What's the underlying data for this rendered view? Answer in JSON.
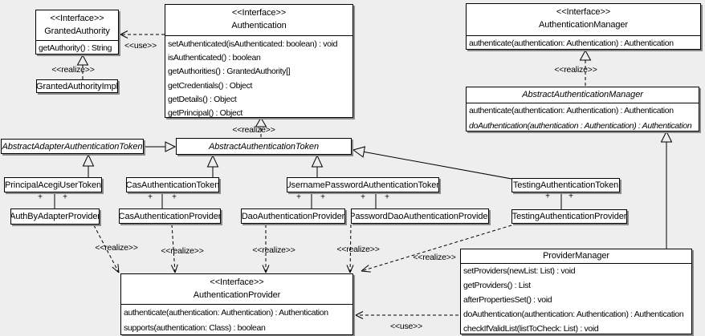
{
  "diagram": {
    "background_color": "#eeeeee",
    "box_fill_color": "#ffffff",
    "line_color": "#000000",
    "shadow_color": "#8a8a8a"
  },
  "labels": {
    "realize": "<<realize>>",
    "use": "<<use>>",
    "plus": "+"
  },
  "classes": {
    "granted_authority": {
      "stereotype": "<<Interface>>",
      "name": "GrantedAuthority",
      "methods": [
        "getAuthority() : String"
      ]
    },
    "granted_authority_impl": {
      "name": "GrantedAuthorityImpl"
    },
    "authentication": {
      "stereotype": "<<Interface>>",
      "name": "Authentication",
      "methods": [
        "setAuthenticated(isAuthenticated: boolean) : void",
        "isAuthenticated() : boolean",
        "getAuthorities() : GrantedAuthority[]",
        "getCredentials() : Object",
        "getDetails() : Object",
        "getPrincipal() : Object"
      ]
    },
    "authentication_manager": {
      "stereotype": "<<Interface>>",
      "name": "AuthenticationManager",
      "methods": [
        "authenticate(authentication: Authentication) : Authentication"
      ]
    },
    "abstract_authentication_manager": {
      "name": "AbstractAuthenticationManager",
      "abstract": true,
      "methods": [
        "authenticate(authentication: Authentication) : Authentication",
        "doAuthentication(authentication : Authentication) : Authentication"
      ]
    },
    "abstract_adapter_authentication_token": {
      "name": "AbstractAdapterAuthenticationToken",
      "abstract": true
    },
    "abstract_authentication_token": {
      "name": "AbstractAuthenticationToken",
      "abstract": true
    },
    "principal_acegi_user_token": {
      "name": "PrincipalAcegiUserToken"
    },
    "cas_authentication_token": {
      "name": "CasAuthenticationToken"
    },
    "username_password_authentication_token": {
      "name": "UsernamePasswordAuthenticationToken"
    },
    "testing_authentication_token": {
      "name": "TestingAuthenticationToken"
    },
    "auth_by_adapter_provider": {
      "name": "AuthByAdapterProvider"
    },
    "cas_authentication_provider": {
      "name": "CasAuthenticationProvider"
    },
    "dao_authentication_provider": {
      "name": "DaoAuthenticationProvider"
    },
    "password_dao_authentication_provider": {
      "name": "PasswordDaoAuthenticationProvider"
    },
    "testing_authentication_provider": {
      "name": "TestingAuthenticationProvider"
    },
    "authentication_provider": {
      "stereotype": "<<Interface>>",
      "name": "AuthenticationProvider",
      "methods": [
        "authenticate(authentication: Authentication) : Authentication",
        "supports(authentication: Class) : boolean"
      ]
    },
    "provider_manager": {
      "name": "ProviderManager",
      "methods": [
        "setProviders(newList: List) : void",
        "getProviders() : List",
        "afterPropertiesSet() : void",
        "doAuthentication(authentication: Authentication) : Authentication",
        "checkIfValidList(listToCheck: List) : void"
      ]
    }
  },
  "relationships": [
    {
      "from": "Authentication",
      "to": "GrantedAuthority",
      "type": "dependency",
      "label": "<<use>>"
    },
    {
      "from": "GrantedAuthorityImpl",
      "to": "GrantedAuthority",
      "type": "realize",
      "label": "<<realize>>"
    },
    {
      "from": "AbstractAuthenticationToken",
      "to": "Authentication",
      "type": "realize",
      "label": "<<realize>>"
    },
    {
      "from": "AbstractAuthenticationManager",
      "to": "AuthenticationManager",
      "type": "realize",
      "label": "<<realize>>"
    },
    {
      "from": "AbstractAdapterAuthenticationToken",
      "to": "AbstractAuthenticationToken",
      "type": "generalization"
    },
    {
      "from": "PrincipalAcegiUserToken",
      "to": "AbstractAdapterAuthenticationToken",
      "type": "generalization"
    },
    {
      "from": "CasAuthenticationToken",
      "to": "AbstractAuthenticationToken",
      "type": "generalization"
    },
    {
      "from": "UsernamePasswordAuthenticationToken",
      "to": "AbstractAuthenticationToken",
      "type": "generalization"
    },
    {
      "from": "TestingAuthenticationToken",
      "to": "AbstractAuthenticationToken",
      "type": "generalization"
    },
    {
      "from": "ProviderManager",
      "to": "AbstractAuthenticationManager",
      "type": "generalization"
    },
    {
      "from": "PrincipalAcegiUserToken",
      "to": "AuthByAdapterProvider",
      "type": "association",
      "end_labels": [
        "+",
        "+"
      ]
    },
    {
      "from": "CasAuthenticationToken",
      "to": "CasAuthenticationProvider",
      "type": "association",
      "end_labels": [
        "+",
        "+"
      ]
    },
    {
      "from": "UsernamePasswordAuthenticationToken",
      "to": "DaoAuthenticationProvider",
      "type": "association",
      "end_labels": [
        "+",
        "+"
      ]
    },
    {
      "from": "UsernamePasswordAuthenticationToken",
      "to": "PasswordDaoAuthenticationProvider",
      "type": "association",
      "end_labels": [
        "+",
        "+"
      ]
    },
    {
      "from": "TestingAuthenticationToken",
      "to": "TestingAuthenticationProvider",
      "type": "association",
      "end_labels": [
        "+",
        "+"
      ]
    },
    {
      "from": "AuthByAdapterProvider",
      "to": "AuthenticationProvider",
      "type": "realize",
      "label": "<<realize>>"
    },
    {
      "from": "CasAuthenticationProvider",
      "to": "AuthenticationProvider",
      "type": "realize",
      "label": "<<realize>>"
    },
    {
      "from": "DaoAuthenticationProvider",
      "to": "AuthenticationProvider",
      "type": "realize",
      "label": "<<realize>>"
    },
    {
      "from": "PasswordDaoAuthenticationProvider",
      "to": "AuthenticationProvider",
      "type": "realize",
      "label": "<<realize>>"
    },
    {
      "from": "TestingAuthenticationProvider",
      "to": "AuthenticationProvider",
      "type": "realize",
      "label": "<<realize>>"
    },
    {
      "from": "ProviderManager",
      "to": "AuthenticationProvider",
      "type": "dependency",
      "label": "<<use>>"
    }
  ]
}
